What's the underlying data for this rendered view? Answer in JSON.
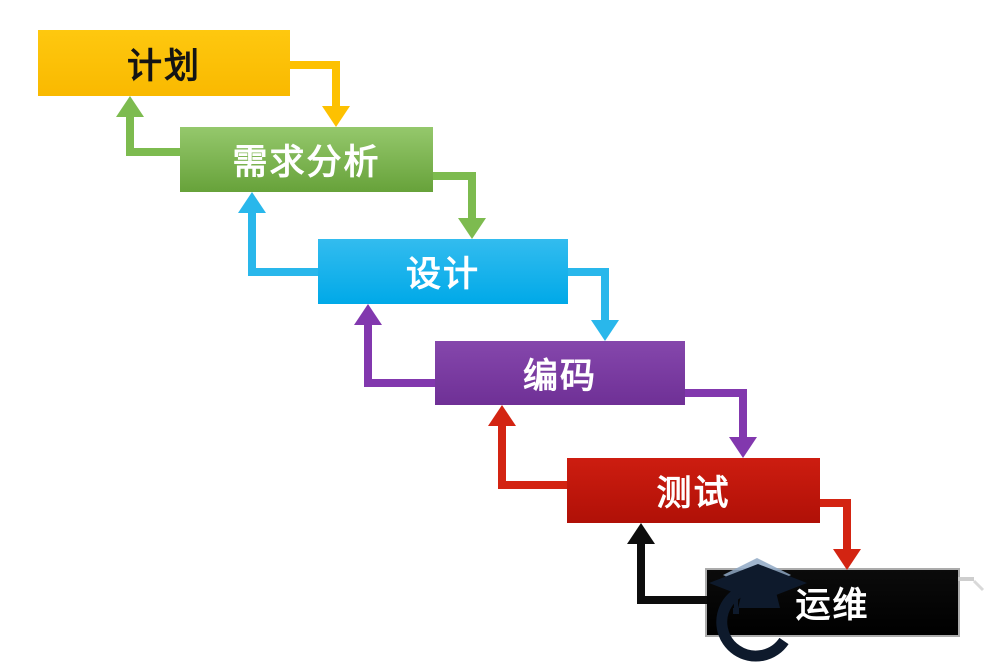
{
  "stages": [
    {
      "label": "计划",
      "fill_top": "#fec80f",
      "fill_bottom": "#f9b900",
      "arrow_color": "#fdc101",
      "text_color": "#141414"
    },
    {
      "label": "需求分析",
      "fill_top": "#95c86c",
      "fill_bottom": "#67a23a",
      "arrow_color": "#7dbb4f",
      "text_color": "#ffffff"
    },
    {
      "label": "设计",
      "fill_top": "#33bcef",
      "fill_bottom": "#00a9e8",
      "arrow_color": "#29b7eb",
      "text_color": "#ffffff"
    },
    {
      "label": "编码",
      "fill_top": "#8547ac",
      "fill_bottom": "#6f3096",
      "arrow_color": "#8238ae",
      "text_color": "#ffffff"
    },
    {
      "label": "测试",
      "fill_top": "#cd1d10",
      "fill_bottom": "#b01007",
      "arrow_color": "#d32412",
      "text_color": "#ffffff"
    },
    {
      "label": "运维",
      "fill_top": "#0b0b0b",
      "fill_bottom": "#000000",
      "arrow_color": "#0d0d0d",
      "text_color": "#ffffff",
      "border_color": "#ababab"
    }
  ],
  "watermark": {
    "icon": "graduation-cap-logo",
    "cap_color": "#0e1a2c",
    "diamond_color": "#8fa8c4",
    "artifact_color": "#c9c9c9"
  }
}
